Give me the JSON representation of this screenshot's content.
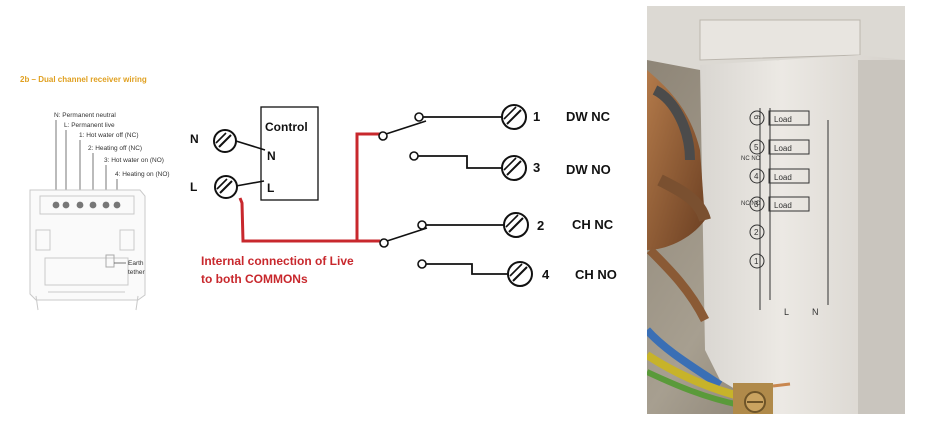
{
  "manual": {
    "heading": "2b – Dual channel receiver wiring",
    "callouts": [
      "N: Permanent neutral",
      "L: Permanent live",
      "1: Hot water off (NC)",
      "2: Heating off (NC)",
      "3: Hot water on (NO)",
      "4: Heating on (NO)"
    ],
    "earth_label": [
      "Earth",
      "tether"
    ]
  },
  "schematic": {
    "control_label": "Control",
    "input_left": {
      "n": "N",
      "l": "L"
    },
    "input_right": {
      "n": "N",
      "l": "L"
    },
    "outputs": [
      {
        "num": "1",
        "label": "DW NC"
      },
      {
        "num": "3",
        "label": "DW NO"
      },
      {
        "num": "2",
        "label": "CH NC"
      },
      {
        "num": "4",
        "label": "CH NO"
      }
    ],
    "note": [
      "Internal connection of Live",
      "to both COMMONs"
    ],
    "colors": {
      "live_wire": "#c8282d",
      "wire": "#111111",
      "heading": "#e0a020"
    }
  },
  "photo": {
    "terminal_load": "Load",
    "terminal_nums": [
      "6",
      "5",
      "4",
      "3",
      "2",
      "1"
    ],
    "side_labels": [
      "NC NO",
      "NC NO"
    ],
    "bottom_labels": [
      "L",
      "N"
    ]
  }
}
